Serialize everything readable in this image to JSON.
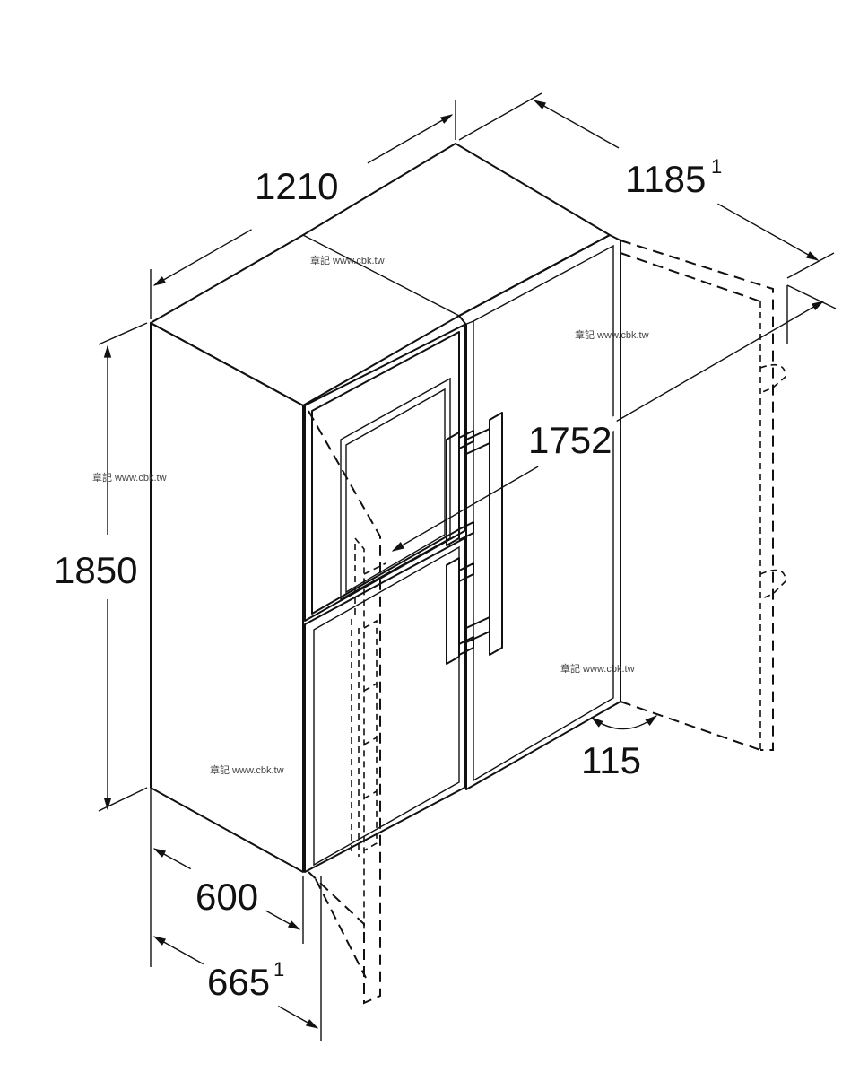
{
  "dimensions": {
    "width": "1210",
    "depth_with_door": "1185",
    "depth_with_door_note": "1",
    "height": "1850",
    "diagonal": "1752",
    "side_depth": "600",
    "side_depth_with_door": "665",
    "side_depth_with_door_note": "1",
    "door_angle": "115"
  },
  "watermarks": [
    "章記 www.cbk.tw",
    "章記 www.cbk.tw",
    "章記 www.cbk.tw",
    "章記 www.cbk.tw",
    "章記 www.cbk.tw"
  ],
  "colors": {
    "line": "#111111",
    "background": "#ffffff"
  }
}
